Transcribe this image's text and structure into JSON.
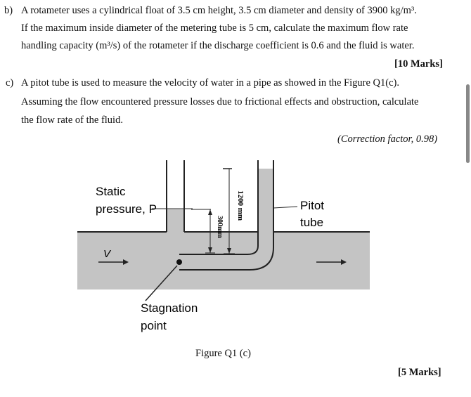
{
  "question_b": {
    "label": "b)",
    "line1": "A rotameter uses a cylindrical float of 3.5 cm height, 3.5 cm diameter and density of 3900 kg/m³.",
    "line2": "If the maximum inside diameter of the metering tube is 5 cm, calculate the maximum flow rate",
    "line3": "handling capacity (m³/s) of the rotameter if the discharge coefficient is 0.6 and the fluid is water.",
    "marks": "[10 Marks]"
  },
  "question_c": {
    "label": "c)",
    "line1": "A pitot tube is used to measure the velocity of water in a pipe as showed in the Figure Q1(c).",
    "line2": "Assuming the flow encountered pressure losses due to frictional effects and obstruction, calculate",
    "line3": "the flow rate of the fluid.",
    "correction": "(Correction factor, 0.98)",
    "marks": "[5 Marks]"
  },
  "figure": {
    "static_label_1": "Static",
    "static_label_2": "pressure, P",
    "pitot_label_1": "Pitot",
    "pitot_label_2": "tube",
    "stagnation_label_1": "Stagnation",
    "stagnation_label_2": "point",
    "velocity_label": "V",
    "dim_1200": "1200 mm",
    "dim_300": "300mm",
    "caption": "Figure Q1 (c)",
    "pipe_color": "#c4c4c4"
  }
}
